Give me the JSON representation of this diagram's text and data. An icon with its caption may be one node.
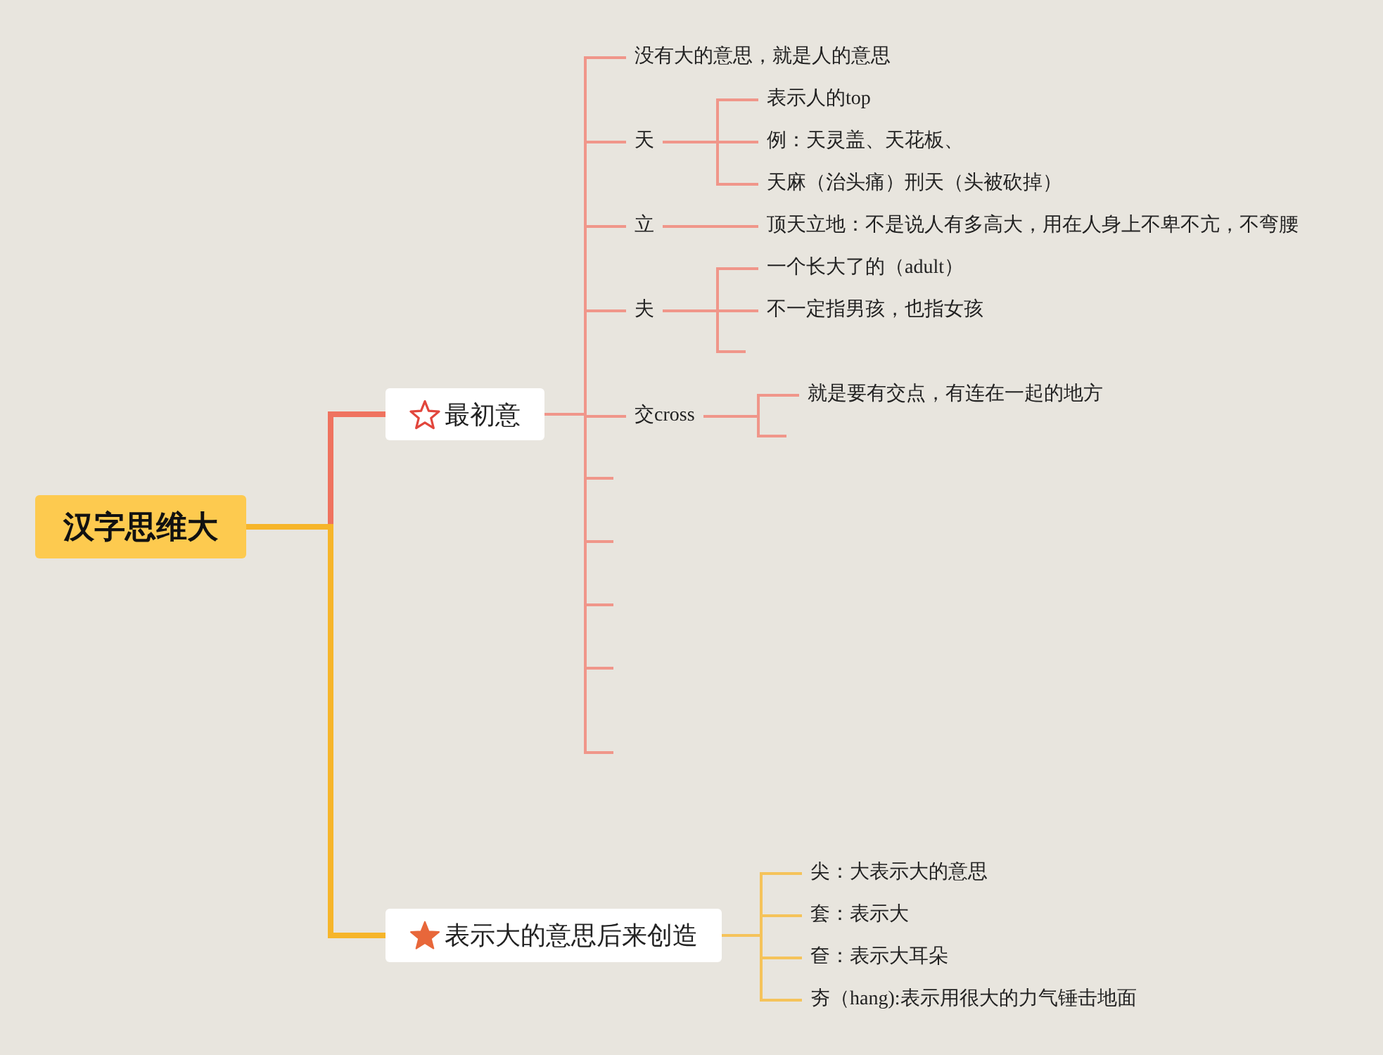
{
  "diagram": {
    "nodes": [
      {
        "text": [
          "汉字思维大"
        ]
      },
      {
        "text": [
          "最初意"
        ]
      },
      {
        "text": [
          "没有大的意思，就是人的意思"
        ]
      },
      {
        "text": [
          "天"
        ]
      },
      {
        "text": [
          "表示人的top"
        ]
      },
      {
        "text": [
          "例：天灵盖、天花板、"
        ]
      },
      {
        "text": [
          "天麻（治头痛）刑天（头被砍掉）"
        ]
      },
      {
        "text": [
          "立"
        ]
      },
      {
        "text": [
          "顶天立地：不是说人有多高大，用在人身上不卑不亢，不弯腰"
        ]
      },
      {
        "text": [
          "夫"
        ]
      },
      {
        "text": [
          "一个长大了的（adult）"
        ]
      },
      {
        "text": [
          "不一定指男孩，也指女孩"
        ]
      },
      {
        "text": [
          "交cross"
        ]
      },
      {
        "text": [
          "就是要有交点，有连在一起的地方"
        ]
      },
      {
        "text": [
          "表示大的意思后来创造"
        ]
      },
      {
        "text": [
          "尖：大表示大的意思"
        ]
      },
      {
        "text": [
          "套：表示大"
        ]
      },
      {
        "text": [
          "奆：表示大耳朵"
        ]
      },
      {
        "text": [
          "夯（hang):表示用很大的力气锤击地面"
        ]
      }
    ],
    "edges": [
      {
        "from": 0,
        "to": 1,
        "arrow": "none",
        "style": "thick",
        "color": "#ef735f"
      },
      {
        "from": 0,
        "to": 14,
        "arrow": "none",
        "style": "thick",
        "color": "#f6b52a"
      },
      {
        "from": 1,
        "to": 2,
        "arrow": "none"
      },
      {
        "from": 1,
        "to": 3,
        "arrow": "none"
      },
      {
        "from": 3,
        "to": 4,
        "arrow": "none"
      },
      {
        "from": 3,
        "to": 5,
        "arrow": "none"
      },
      {
        "from": 3,
        "to": 6,
        "arrow": "none"
      },
      {
        "from": 1,
        "to": 7,
        "arrow": "none"
      },
      {
        "from": 7,
        "to": 8,
        "arrow": "none"
      },
      {
        "from": 1,
        "to": 9,
        "arrow": "none"
      },
      {
        "from": 9,
        "to": 10,
        "arrow": "none"
      },
      {
        "from": 9,
        "to": 11,
        "arrow": "none"
      },
      {
        "from": 9,
        "to": null,
        "arrow": "none"
      },
      {
        "from": 1,
        "to": 12,
        "arrow": "none"
      },
      {
        "from": 12,
        "to": 13,
        "arrow": "none"
      },
      {
        "from": 12,
        "to": null,
        "arrow": "none"
      },
      {
        "from": 1,
        "to": null,
        "arrow": "none"
      },
      {
        "from": 1,
        "to": null,
        "arrow": "none"
      },
      {
        "from": 1,
        "to": null,
        "arrow": "none"
      },
      {
        "from": 1,
        "to": null,
        "arrow": "none"
      },
      {
        "from": 1,
        "to": null,
        "arrow": "none"
      },
      {
        "from": 14,
        "to": 15,
        "arrow": "none",
        "color": "#f5c35a"
      },
      {
        "from": 14,
        "to": 16,
        "arrow": "none",
        "color": "#f5c35a"
      },
      {
        "from": 14,
        "to": 17,
        "arrow": "none",
        "color": "#f5c35a"
      },
      {
        "from": 14,
        "to": 18,
        "arrow": "none",
        "color": "#f5c35a"
      }
    ]
  }
}
